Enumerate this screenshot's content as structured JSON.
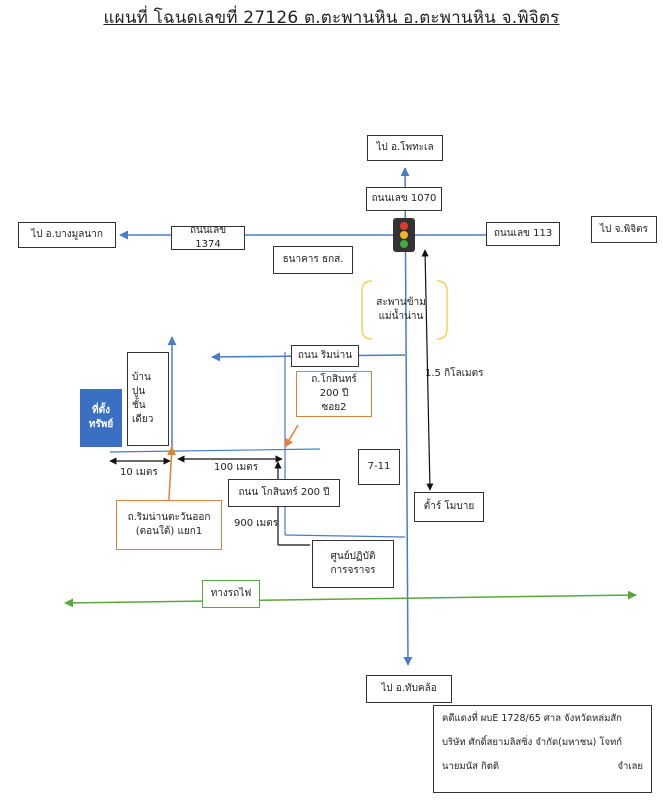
{
  "title": "แผนที่ โฉนดเลขที่ 27126 ต.ตะพานหิน อ.ตะพานหิน จ.พิจิตร",
  "destinations": {
    "north": "ไป อ.โพทะเล",
    "south": "ไป อ.ทับคล้อ",
    "east": "ไป จ.พิจิตร",
    "west": "ไป อ.บางมูลนาก"
  },
  "roads": {
    "road_1070": "ถนนเลข 1070",
    "road_1374": "ถนนเลข 1374",
    "road_113": "ถนนเลข 113",
    "rim_nan": "ถนน ริมน่าน",
    "kosin_200": "ถนน โกสินทร์ 200 ปี"
  },
  "landmarks": {
    "bank": "ธนาคาร ธกส.",
    "bridge_line1": "สะพานข้าม",
    "bridge_line2": "แม่น้ำน่าน",
    "house_lines": [
      "บ้าน",
      "ปูน",
      "ชั้น",
      "เดียว"
    ],
    "property_line1": "ที่ตั้ง",
    "property_line2": "ทรัพย์",
    "kosin_soi_line1": "ถ.โกสินทร์ 200 ปี",
    "kosin_soi_line2": "ซอย2",
    "seven_eleven": "7-11",
    "tesco": "ตั้าร์ โมบาย",
    "rim_nan_soi_line1": "ถ.ริมน่านตะวันออก",
    "rim_nan_soi_line2": "(ตอนใต้) แยก1",
    "traffic_center_line1": "ศูนย์ปฏิบัติ",
    "traffic_center_line2": "การจราจร",
    "railway": "ทางรถไฟ"
  },
  "distances": {
    "km_1_5": "1.5 กิโลเมตร",
    "m_10": "10 เมตร",
    "m_100": "100 เมตร",
    "m_900": "900 เมตร"
  },
  "legal_note": {
    "line1": "คดีแดงที่ ผบE 1728/65 ศาล จังหวัดหล่มสัก",
    "line2": "บริษัท ศักดิ์สยามลิสซิ่ง จำกัด(มหาชน) โจทก์",
    "line3_left": "นายมนัส กิตติ",
    "line3_right": "จำเลย"
  },
  "colors": {
    "road": "#4a7bc8",
    "railway": "#5aa83c",
    "orange_border": "#e0813b",
    "bridge_border": "#f2d25a",
    "property_fill": "#3a6fc4"
  }
}
